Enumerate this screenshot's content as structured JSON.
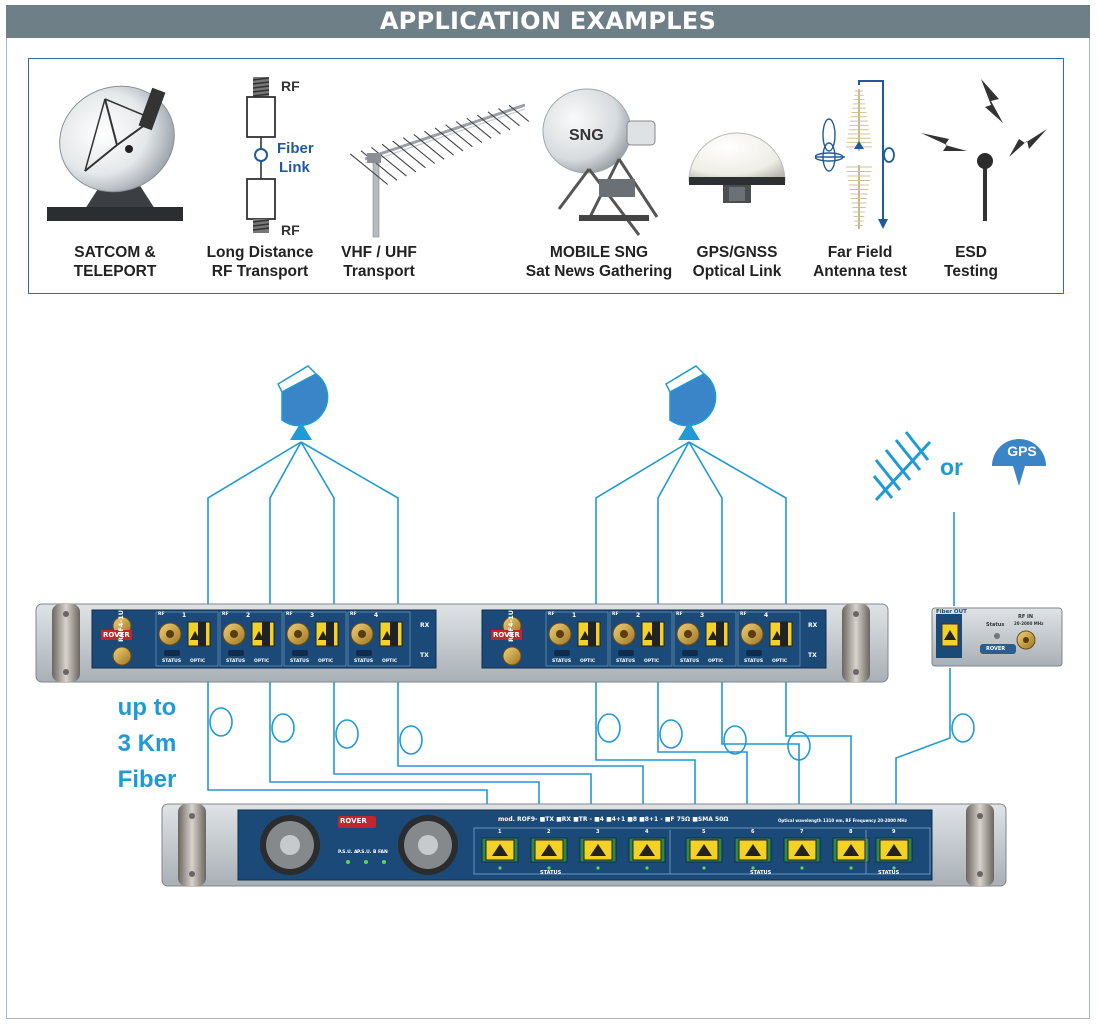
{
  "header": {
    "title": "APPLICATION EXAMPLES"
  },
  "applications": [
    {
      "name": "satcom",
      "line1": "SATCOM &",
      "line2": "TELEPORT",
      "icon": "satellite-dish-icon"
    },
    {
      "name": "long-distance",
      "line1": "Long Distance",
      "line2": "RF Transport",
      "icon": "fiber-link-icon"
    },
    {
      "name": "vhf-uhf",
      "line1": "VHF / UHF",
      "line2": "Transport",
      "icon": "yagi-antenna-icon"
    },
    {
      "name": "mobile-sng",
      "line1": "MOBILE SNG",
      "line2": "Sat News Gathering",
      "icon": "sng-dish-icon"
    },
    {
      "name": "gps-gnss",
      "line1": "GPS/GNSS",
      "line2": "Optical Link",
      "icon": "gps-dome-icon"
    },
    {
      "name": "far-field",
      "line1": "Far Field",
      "line2": "Antenna test",
      "icon": "antenna-test-icon"
    },
    {
      "name": "esd",
      "line1": "ESD",
      "line2": "Testing",
      "icon": "lightning-icon"
    }
  ],
  "fiber_link_icon": {
    "rf_top": "RF",
    "fiber_line1": "Fiber",
    "fiber_line2": "Link",
    "rf_bottom": "RF"
  },
  "sng_label": "SNG",
  "diagram": {
    "fiber_note": {
      "line1": "up to",
      "line2": "3 Km",
      "line3": "Fiber"
    },
    "or_label": "or",
    "gps_label": "GPS",
    "rack_top": {
      "brand": "ROVER",
      "model": "ROF4-1U",
      "channel_numbers": [
        "1",
        "2",
        "3",
        "4"
      ],
      "status_label": "STATUS",
      "optic_label": "OPTIC",
      "rf_label": "RF",
      "tx_label": "TX",
      "rx_label": "RX"
    },
    "small_unit": {
      "fiber_out": "Fiber OUT",
      "status": "Status",
      "rf_in": "RF IN",
      "freq": "20-2000 MHz",
      "brand": "ROVER"
    },
    "rack_bottom": {
      "brand": "ROVER",
      "model_line": "mod. ROF9- ■TX ■RX ■TR - ■4 ■4+1 ■8 ■8+1 - ■F 75Ω ■SMA 50Ω",
      "spec_line": "Optical wavelength 1310 nm, RF Frequency 20-2000 MHz",
      "psu_a": "P.S.U. A",
      "psu_b": "P.S.U. B",
      "fan": "FAN",
      "channel_numbers": [
        "1",
        "2",
        "3",
        "4",
        "5",
        "6",
        "7",
        "8",
        "9"
      ],
      "status_label": "STATUS"
    }
  },
  "colors": {
    "header_bg": "#6f7f88",
    "box_border": "#2e6ea8",
    "fiber": "#1e9ad6",
    "panel": "#1c4a78",
    "rack": "#c3c9ce"
  }
}
